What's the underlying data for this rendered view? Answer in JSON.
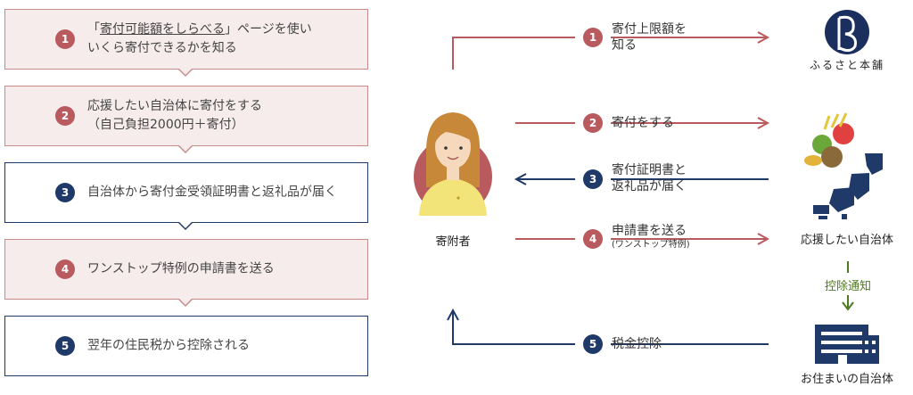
{
  "colors": {
    "accent_red": "#b85a5e",
    "accent_navy": "#1f3a68",
    "box_fill": "#f6ecec",
    "green": "#4d7a1f"
  },
  "steps": [
    {
      "num": "1",
      "lines": [
        "「寄付可能額をしらべる」ページを使い",
        "いくら寄付できるかを知る"
      ],
      "underline": "寄付可能額をしらべる",
      "style": "red"
    },
    {
      "num": "2",
      "lines": [
        "応援したい自治体に寄付をする",
        "（自己負担2000円＋寄付）"
      ],
      "style": "red"
    },
    {
      "num": "3",
      "lines": [
        "自治体から寄付金受領証明書と返礼品が届く"
      ],
      "style": "blue"
    },
    {
      "num": "4",
      "lines": [
        "ワンストップ特例の申請書を送る"
      ],
      "style": "red"
    },
    {
      "num": "5",
      "lines": [
        "翌年の住民税から控除される"
      ],
      "style": "blue"
    }
  ],
  "flow": {
    "donor_label": "寄附者",
    "brand_label": "ふるさと本舗",
    "municipality_label": "応援したい自治体",
    "home_label": "お住まいの自治体",
    "notice_label": "控除通知",
    "arrows": [
      {
        "num": "1",
        "line1": "寄付上限額を",
        "line2": "知る",
        "style": "red"
      },
      {
        "num": "2",
        "line1": "寄付をする",
        "style": "red"
      },
      {
        "num": "3",
        "line1": "寄付証明書と",
        "line2": "返礼品が届く",
        "style": "blue"
      },
      {
        "num": "4",
        "line1": "申請書を送る",
        "sub": "(ワンストップ特例)",
        "style": "red"
      },
      {
        "num": "5",
        "line1": "税金控除",
        "style": "blue"
      }
    ]
  }
}
